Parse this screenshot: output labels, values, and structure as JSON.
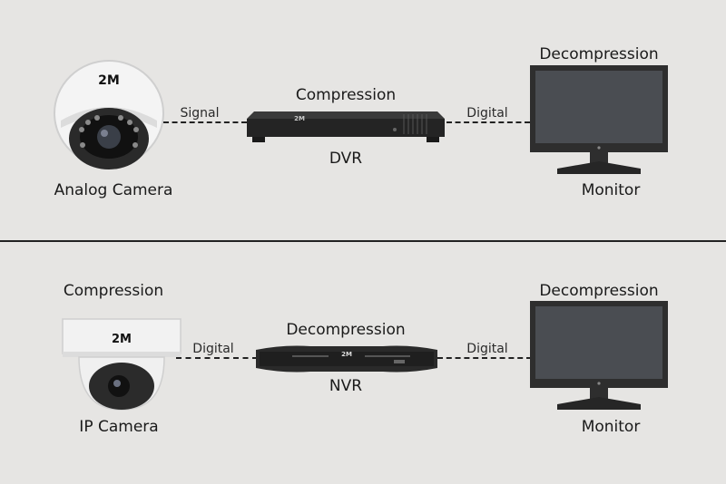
{
  "top_row": {
    "camera": {
      "label": "Analog Camera",
      "brand": "2M"
    },
    "link_left": "Signal",
    "recorder": {
      "label": "DVR",
      "function": "Compression",
      "brand": "2M"
    },
    "link_right": "Digital",
    "monitor": {
      "label": "Monitor",
      "function": "Decompression"
    }
  },
  "bottom_row": {
    "camera": {
      "label": "IP Camera",
      "function": "Compression",
      "brand": "2M"
    },
    "link_left": "Digital",
    "recorder": {
      "label": "NVR",
      "function": "Decompression",
      "brand": "2M"
    },
    "link_right": "Digital",
    "monitor": {
      "label": "Monitor",
      "function": "Decompression"
    }
  },
  "colors": {
    "background": "#e6e5e3",
    "device_dark": "#2b2b2b",
    "screen": "#4a4d52",
    "camera_white": "#f2f2f2"
  }
}
